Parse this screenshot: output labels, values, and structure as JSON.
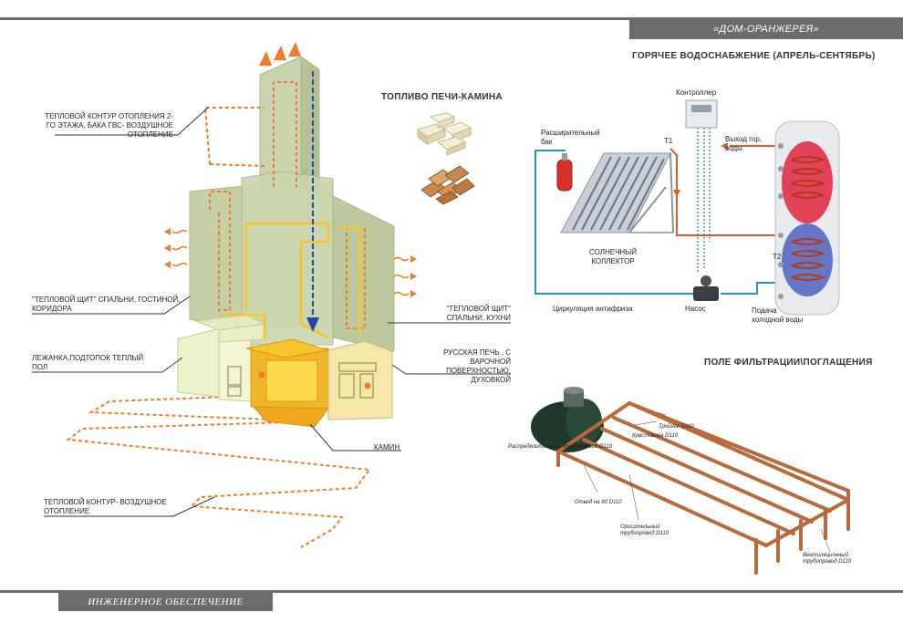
{
  "header": {
    "title": "«ДОМ-ОРАНЖЕРЕЯ»"
  },
  "footer": {
    "title": "ИНЖЕНЕРНОЕ ОБЕСПЕЧЕНИЕ"
  },
  "stove": {
    "fuel_title": "ТОПЛИВО ПЕЧИ-КАМИНА",
    "labels": {
      "contour_2nd_floor": "ТЕПЛОВОЙ КОНТУР ОТОПЛЕНИЯ 2-ГО ЭТАЖА, БАКА ГВС- ВОЗДУШНОЕ ОТОПЛЕНИЕ",
      "shield_bedroom_living": "\"ТЕПЛОВОЙ ЩИТ\" СПАЛЬНИ, ГОСТИНОЙ, КОРИДОРА",
      "lezhanka": "ЛЕЖАНКА,ПОДТОПОК ТЕПЛЫЙ ПОЛ",
      "contour_air": "ТЕПЛОВОЙ КОНТУР- ВОЗДУШНОЕ ОТОПЛЕНИЕ",
      "shield_bedroom_kitchen": "\"ТЕПЛОВОЙ ЩИТ\" СПАЛЬНИ, КУХНИ",
      "russian_stove": "РУССКАЯ ПЕЧЬ , С ВАРОЧНОЙ ПОВЕРХНОСТЬЮ, ДУХОВКОЙ",
      "fireplace": "КАМИН"
    }
  },
  "solar": {
    "title": "ГОРЯЧЕЕ ВОДОСНАБЖЕНИЕ  (АПРЕЛЬ-СЕНТЯБРЬ)",
    "controller": "Контроллер",
    "expansion_tank": "Расширительный бак",
    "t1": "T1",
    "t2": "T2",
    "hot_water_out": "Выход гор. воды",
    "collector": "СОЛНЕЧНЫЙ КОЛЛЕКТОР",
    "antifreeze": "Циркуляция антифриза",
    "pump": "Насос",
    "cold_water": "Подача холодной воды"
  },
  "filter": {
    "title": "ПОЛЕ ФИЛЬТРАЦИИ\\ПОГЛАЩЕНИЯ",
    "labels": {
      "distribution": "Распределительный трубопровод D110",
      "cross": "Крестовина D110",
      "tee": "Тройник D110",
      "bend": "Отвод на 90 D110",
      "irrigation": "Оросительный трубопровод D110",
      "vent": "Вентиляционный трубопровод D110"
    }
  },
  "colors": {
    "bar": "#6b6b6b",
    "stove_green": "#c9d3ad",
    "heat_orange": "#f07b2a",
    "flame_yellow": "#f6c52c",
    "pipe_blue": "#1f86a8",
    "copper": "#b86a3a"
  }
}
